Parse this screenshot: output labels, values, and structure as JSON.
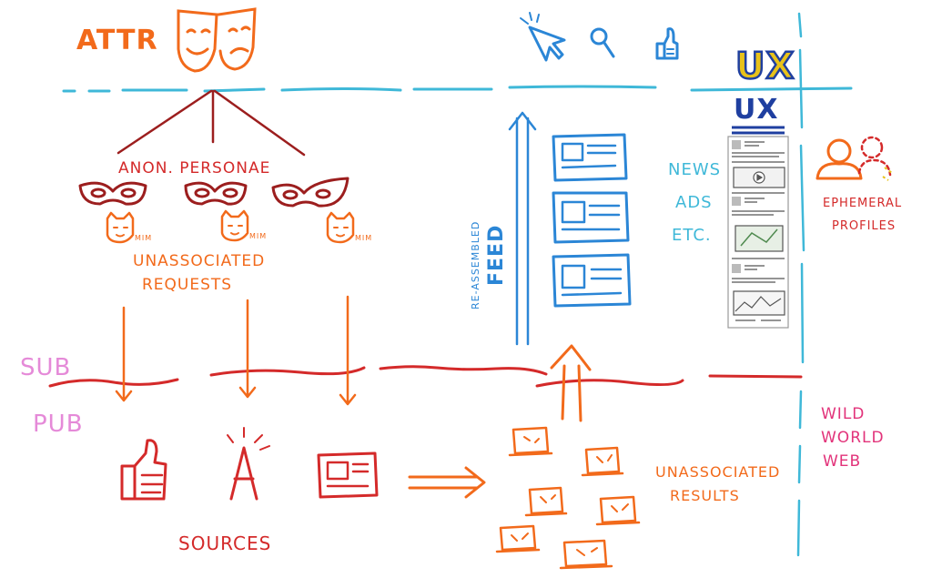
{
  "labels": {
    "attr": "ATTR",
    "ux_top": "UX",
    "ux_panel": "UX",
    "anon_personae": "ANON. PERSONAE",
    "mim": "MIM",
    "unassociated_requests_1": "UNASSOCIATED",
    "unassociated_requests_2": "REQUESTS",
    "re_assembled": "RE-ASSEMBLED",
    "feed": "FEED",
    "news": "NEWS",
    "ads": "ADS",
    "etc": "ETC.",
    "ephemeral_1": "EPHEMERAL",
    "ephemeral_2": "PROFILES",
    "sub": "SUB",
    "pub": "PUB",
    "wild": "WILD",
    "world": "WORLD",
    "web": "WEB",
    "sources": "SOURCES",
    "unassociated_results_1": "UNASSOCIATED",
    "unassociated_results_2": "RESULTS"
  },
  "colors": {
    "cyan": "#3fb8d8",
    "blue": "#2b86d6",
    "dark_red": "#9c1e1e",
    "red": "#d42a2a",
    "orange": "#f26a1b",
    "magenta": "#e24a86",
    "pink": "#e58ad8",
    "navy": "#1f3fa0",
    "yellow": "#e8c21a",
    "gray": "#6b6b6b"
  },
  "icons": [
    "drama-masks-icon",
    "cursor-icon",
    "magnifier-icon",
    "thumbs-up-icon",
    "eye-mask-icon",
    "cat-face-icon",
    "article-icon",
    "people-icon",
    "laptop-icon"
  ]
}
